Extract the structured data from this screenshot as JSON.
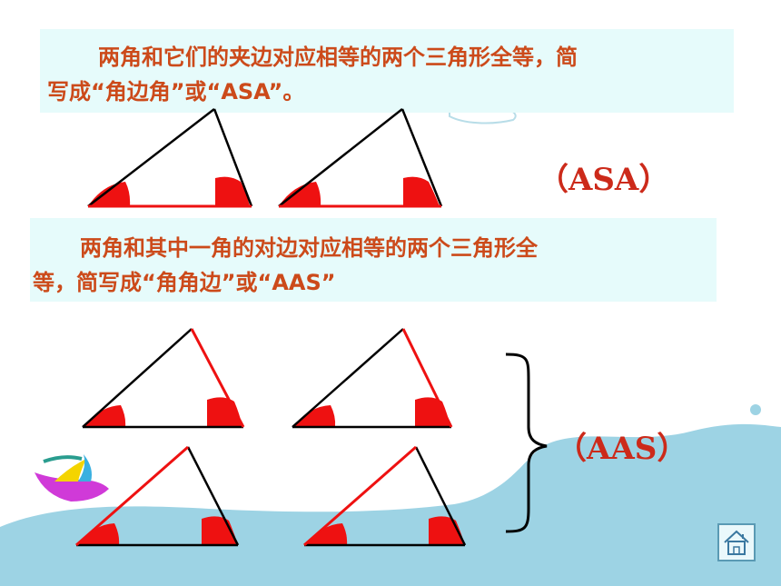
{
  "rule_asa": {
    "line1": "两角和它们的夹边对应相等的两个三角形全等，简",
    "line2": "写成“角边角”或“ASA”。"
  },
  "label_asa": "（ASA）",
  "rule_aas": {
    "line1": "两角和其中一角的对边对应相等的两个三角形全",
    "line2": "等，简写成“角角边”或“AAS”"
  },
  "label_aas": "（AAS）",
  "home_button": {
    "icon": "home-icon"
  },
  "colors": {
    "accent": "#cc4a1a",
    "highlight": "#ee1111",
    "wave": "#9dd3e4",
    "textbox": "#e6fbfb"
  }
}
